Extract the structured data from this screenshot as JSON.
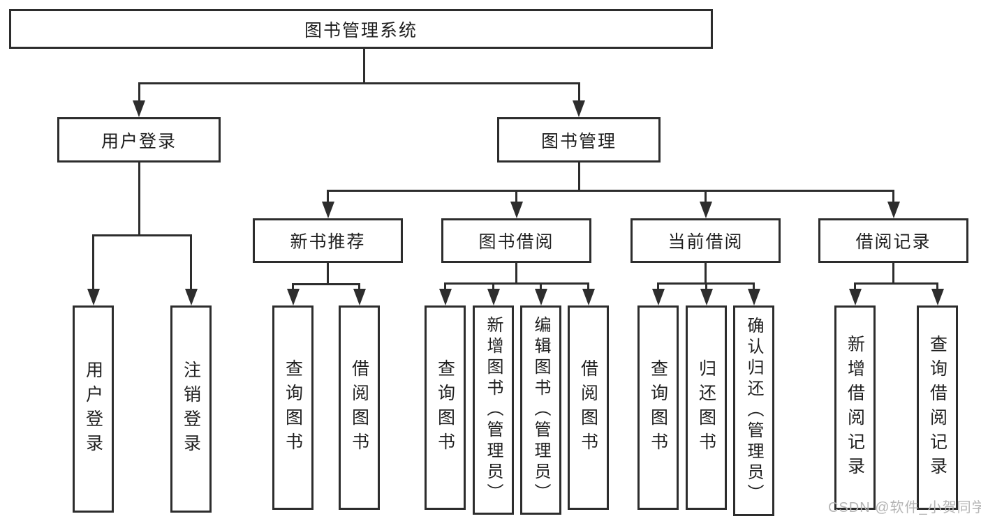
{
  "diagram": {
    "watermark": "CSDN @软件_小贺同学",
    "colors": {
      "line": "#2d2d2d",
      "box_border": "#2d2d2d",
      "box_fill": "#ffffff",
      "text": "#1f1f1f",
      "background": "#ffffff",
      "watermark_text": "#b5b5b5"
    },
    "nodes": {
      "root": {
        "label": "图书管理系统"
      },
      "level2": [
        {
          "label": "用户登录"
        },
        {
          "label": "图书管理"
        }
      ],
      "level3": [
        {
          "label": "新书推荐"
        },
        {
          "label": "图书借阅"
        },
        {
          "label": "当前借阅"
        },
        {
          "label": "借阅记录"
        }
      ],
      "leaves": {
        "user_login": [
          {
            "label": "用户登录"
          },
          {
            "label": "注销登录"
          }
        ],
        "new_book_rec": [
          {
            "label": "查询图书"
          },
          {
            "label": "借阅图书"
          }
        ],
        "book_borrow": [
          {
            "label": "查询图书"
          },
          {
            "label": "新增图书（管理员）"
          },
          {
            "label": "编辑图书（管理员）"
          },
          {
            "label": "借阅图书"
          }
        ],
        "current_borrow": [
          {
            "label": "查询图书"
          },
          {
            "label": "归还图书"
          },
          {
            "label": "确认归还（管理员）"
          }
        ],
        "borrow_records": [
          {
            "label": "新增借阅记录"
          },
          {
            "label": "查询借阅记录"
          }
        ]
      }
    }
  }
}
